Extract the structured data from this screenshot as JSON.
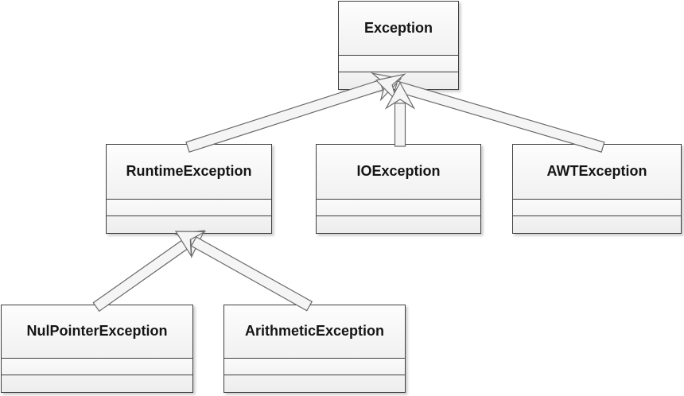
{
  "diagram": {
    "kind": "uml-class-inheritance-diagram",
    "classes": [
      {
        "id": "exception",
        "label": "Exception"
      },
      {
        "id": "runtime",
        "label": "RuntimeException"
      },
      {
        "id": "io",
        "label": "IOException"
      },
      {
        "id": "awt",
        "label": "AWTException"
      },
      {
        "id": "nullptr",
        "label": "NulPointerException"
      },
      {
        "id": "arith",
        "label": "ArithmeticException"
      }
    ],
    "relations": [
      {
        "from": "RuntimeException",
        "to": "Exception",
        "type": "generalization"
      },
      {
        "from": "AWTException",
        "to": "Exception",
        "type": "generalization"
      },
      {
        "from": "IOException",
        "to": "Exception",
        "type": "generalization"
      },
      {
        "from": "NulPointerException",
        "to": "RuntimeException",
        "type": "generalization"
      },
      {
        "from": "ArithmeticException",
        "to": "RuntimeException",
        "type": "generalization"
      }
    ],
    "colors": {
      "box_border": "#3f3f3f",
      "box_fill_top": "#fdfdfd",
      "box_fill_bottom": "#ededed",
      "arrow_fill": "#f5f5f5",
      "arrow_stroke": "#6b6b6b",
      "text": "#151515",
      "background": "#ffffff"
    }
  }
}
